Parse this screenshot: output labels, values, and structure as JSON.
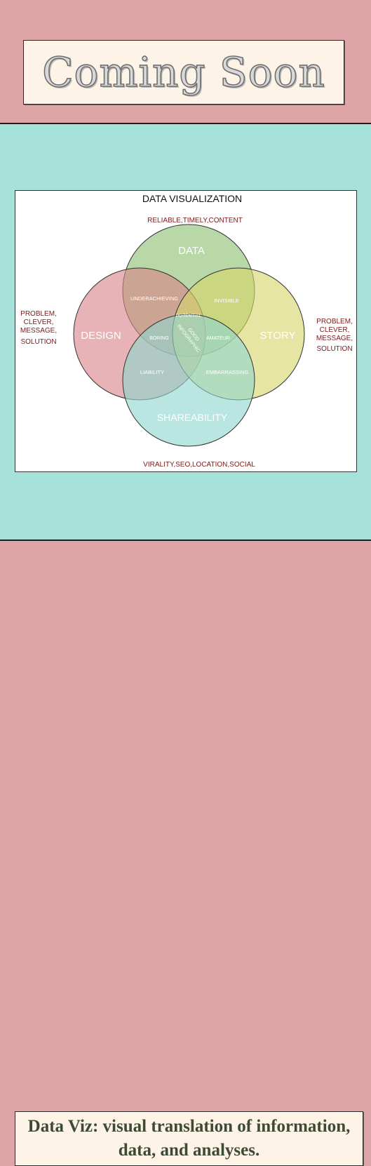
{
  "header": {
    "title": "Coming Soon"
  },
  "diagram": {
    "title": "DATA VISUALIZATION",
    "top_note": "RELIABLE,TIMELY,CONTENT",
    "bottom_note": "VIRALITY,SEO,LOCATION,SOCIAL",
    "left_note": [
      "PROBLEM,",
      "CLEVER,",
      "MESSAGE,",
      "SOLUTION"
    ],
    "right_note": [
      "PROBLEM,",
      "CLEVER,",
      "MESSAGE,",
      "SOLUTION"
    ],
    "circles": {
      "data": {
        "label": "DATA",
        "color": "#8dc071"
      },
      "design": {
        "label": "DESIGN",
        "color": "#d98489"
      },
      "story": {
        "label": "STORY",
        "color": "#d6d56a"
      },
      "shareability": {
        "label": "SHAREABILITY",
        "color": "#8fd6cf"
      }
    },
    "overlaps": {
      "underachieving": "UNDERACHIEVING",
      "invisible": "INVISIBLE",
      "potential": "POTENTIAL",
      "boring": "BORING",
      "amateur": "AMATEUR",
      "liability": "LIABILITY",
      "embarrassing": "EMBARRASSING",
      "center": [
        "GOOD",
        "INFOGRAPHIC"
      ]
    }
  },
  "footer": {
    "caption_line1": "Data Viz: visual translation of information,",
    "caption_line2": "data, and analyses."
  }
}
